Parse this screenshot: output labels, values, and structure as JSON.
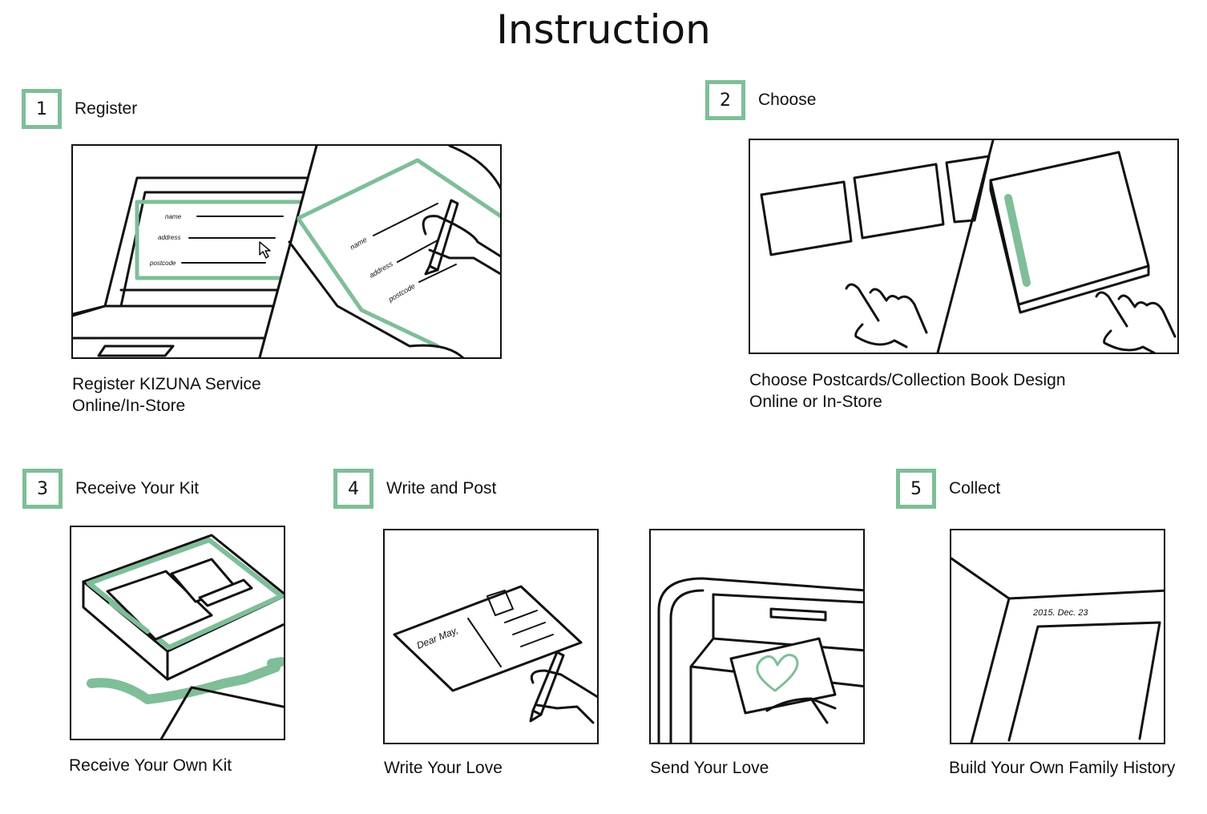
{
  "title": "Instruction",
  "steps": [
    {
      "number": "1",
      "label": "Register"
    },
    {
      "number": "2",
      "label": "Choose"
    },
    {
      "number": "3",
      "label": "Receive Your Kit"
    },
    {
      "number": "4",
      "label": "Write and Post"
    },
    {
      "number": "5",
      "label": "Collect"
    }
  ],
  "captions": {
    "register": [
      "Register KIZUNA Service",
      "Online/In-Store"
    ],
    "choose": [
      "Choose Postcards/Collection Book Design",
      "Online or In-Store"
    ],
    "receive": "Receive Your Own Kit",
    "write": "Write Your Love",
    "send": "Send Your Love",
    "collect": "Build Your Own Family History"
  },
  "form_fields": {
    "name": "name",
    "address": "address",
    "postcode": "postcode"
  },
  "postcard_greeting": "Dear May,",
  "album_date": "2015. Dec. 23",
  "colors": {
    "accent": "#7fbe98",
    "ink": "#111111"
  }
}
